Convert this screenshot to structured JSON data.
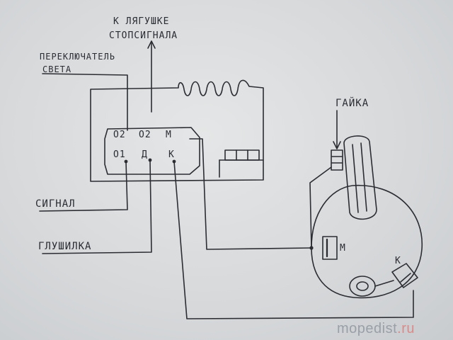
{
  "labels": {
    "to_frog_line1": "К ЛЯГУШКЕ",
    "to_frog_line2": "СТОПСИГНАЛА",
    "light_switch_line1": "ПЕРЕКЛЮЧАТЕЛЬ",
    "light_switch_line2": "СВЕТА",
    "nut": "ГАЙКА",
    "signal": "СИГНАЛ",
    "kill_switch": "ГЛУШИЛКА"
  },
  "terminals": {
    "top": [
      "О2",
      "О2",
      "М"
    ],
    "bottom": [
      "О1",
      "Д",
      "К"
    ]
  },
  "components": {
    "coil_label": "М",
    "breaker_label": "К"
  },
  "watermark": {
    "prefix": "mopedist",
    "suffix": ".ru"
  },
  "colors": {
    "paper": "#d9dbdc",
    "ink": "#2b2d33",
    "watermark": "#9aa0a8",
    "watermark_accent": "#d98a8a"
  }
}
